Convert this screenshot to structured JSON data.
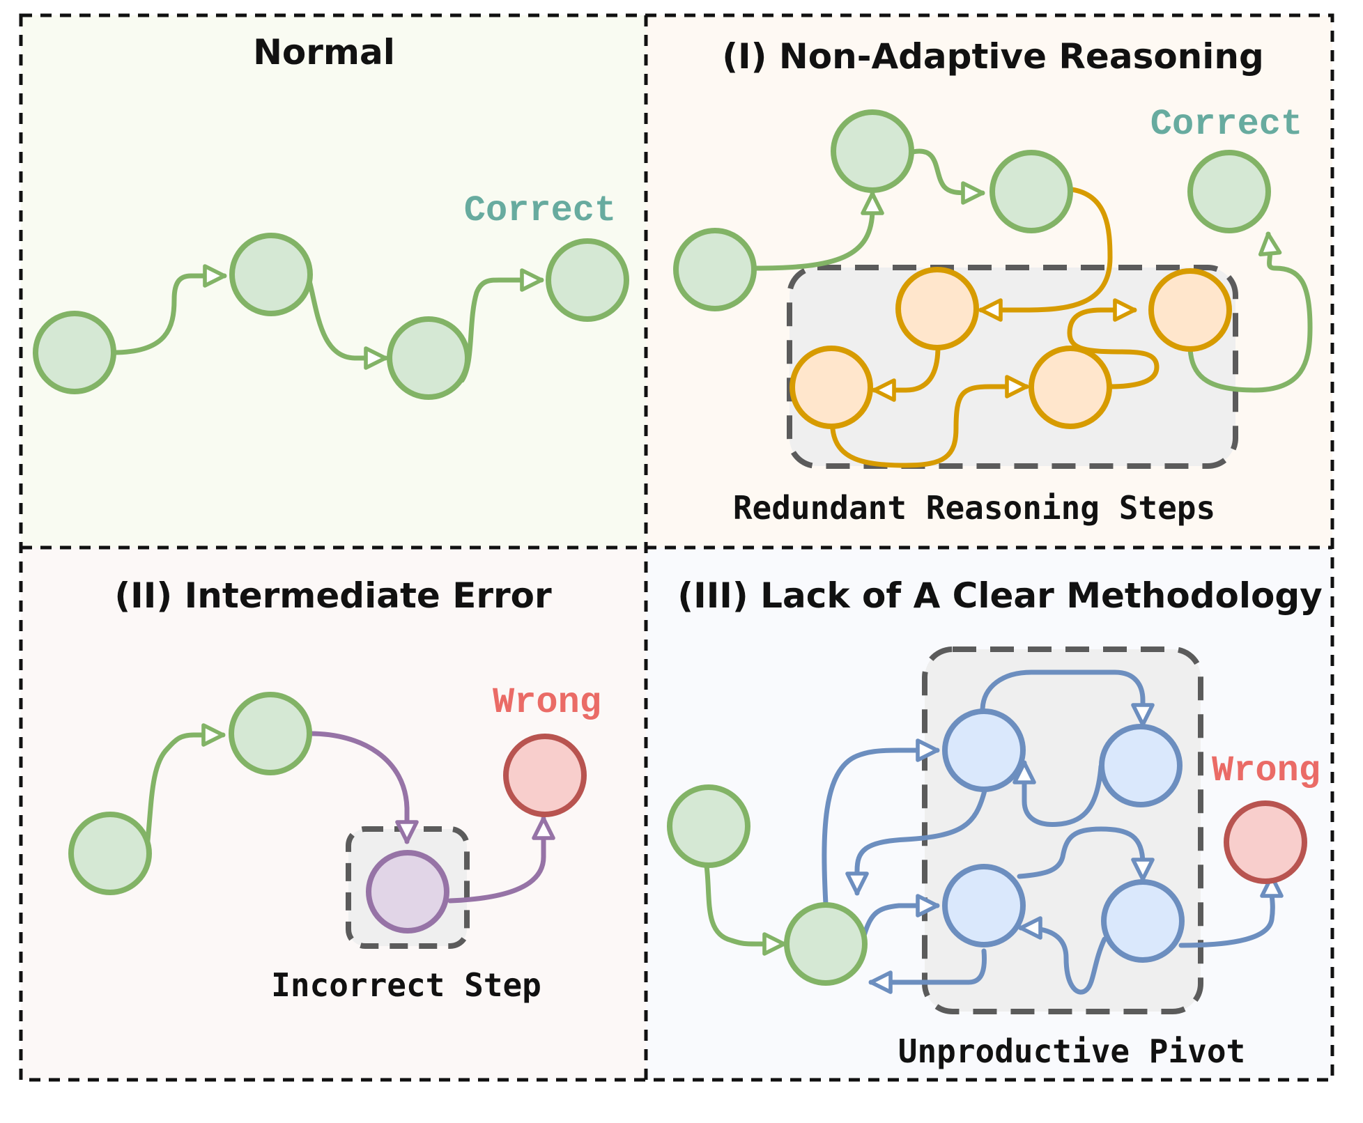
{
  "colors": {
    "green_fill": "#d5e8d4",
    "green_stroke": "#82b366",
    "orange_fill": "#ffe6cc",
    "orange_stroke": "#d79b00",
    "purple_fill": "#e1d5e7",
    "purple_stroke": "#9673a6",
    "blue_fill": "#dae8fc",
    "blue_stroke": "#6c8ebf",
    "red_fill": "#f8cecc",
    "red_stroke": "#b85450",
    "correct_text": "#67ab9f",
    "wrong_text": "#ea6b66"
  },
  "panels": {
    "normal": {
      "title": "Normal",
      "outcome": "Correct"
    },
    "non_adaptive": {
      "title": "(I) Non-Adaptive Reasoning",
      "outcome": "Correct",
      "caption": "Redundant Reasoning Steps"
    },
    "intermediate_error": {
      "title": "(II) Intermediate Error",
      "outcome": "Wrong",
      "caption": "Incorrect Step"
    },
    "lack_methodology": {
      "title": "(III) Lack of A Clear Methodology",
      "outcome": "Wrong",
      "caption": "Unproductive Pivot"
    }
  }
}
